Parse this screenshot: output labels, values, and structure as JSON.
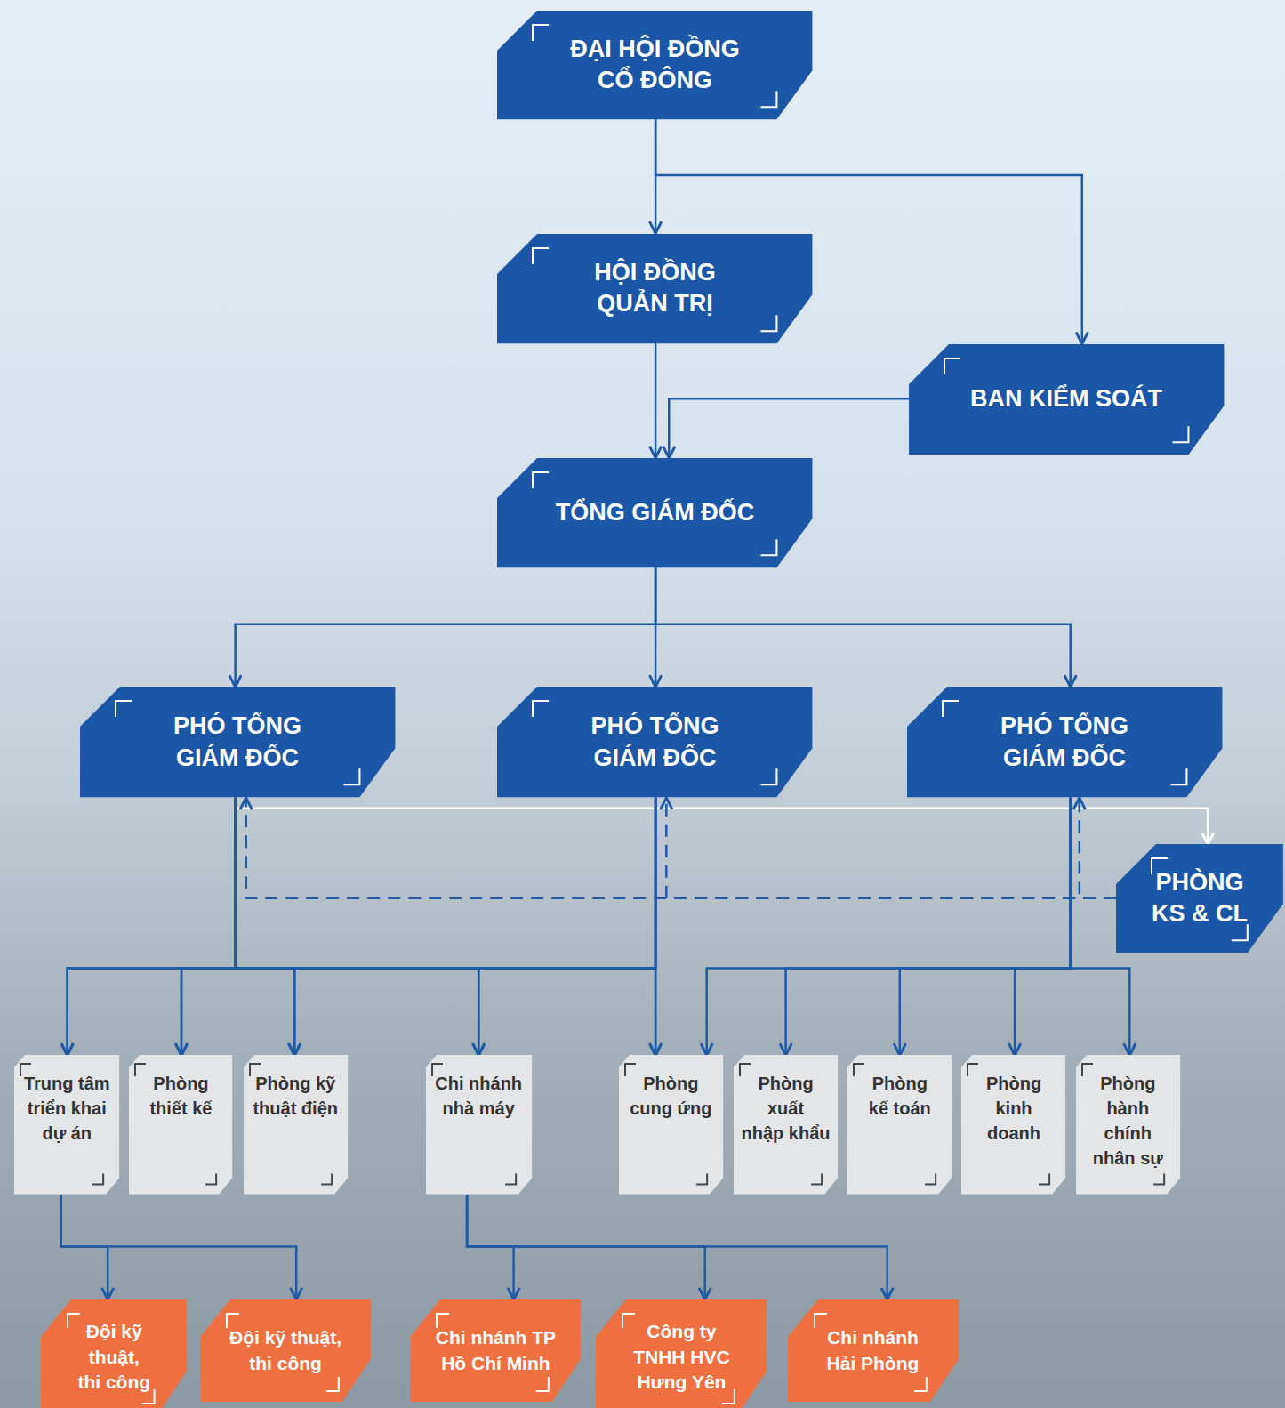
{
  "diagram": {
    "nodes": [
      {
        "text": [
          "ĐẠI HỘI ĐỒNG CỔ ĐÔNG"
        ]
      },
      {
        "text": [
          "HỘI ĐỒNG QUẢN TRỊ"
        ]
      },
      {
        "text": [
          "BAN KIỂM SOÁT"
        ]
      },
      {
        "text": [
          "TỔNG GIÁM ĐỐC"
        ]
      },
      {
        "text": [
          "PHÓ TỔNG GIÁM ĐỐC"
        ]
      },
      {
        "text": [
          "PHÓ TỔNG GIÁM ĐỐC"
        ]
      },
      {
        "text": [
          "PHÓ TỔNG GIÁM ĐỐC"
        ]
      },
      {
        "text": [
          "PHÒNG KS & CL"
        ]
      },
      {
        "text": [
          "Trung tâm triển khai dự án"
        ]
      },
      {
        "text": [
          "Phòng thiết kế"
        ]
      },
      {
        "text": [
          "Phòng kỹ thuật điện"
        ]
      },
      {
        "text": [
          "Chi nhánh nhà máy"
        ]
      },
      {
        "text": [
          "Phòng cung ứng"
        ]
      },
      {
        "text": [
          "Phòng xuất nhập khẩu"
        ]
      },
      {
        "text": [
          "Phòng kế toán"
        ]
      },
      {
        "text": [
          "Phòng kinh doanh"
        ]
      },
      {
        "text": [
          "Phòng hành chính nhân sự"
        ]
      },
      {
        "text": [
          "Đội kỹ thuật, thi công"
        ]
      },
      {
        "text": [
          "Đội kỹ thuật, thi công"
        ]
      },
      {
        "text": [
          "Chi nhánh TP Hồ Chí Minh"
        ]
      },
      {
        "text": [
          "Công ty TNHH HVC Hưng Yên"
        ]
      },
      {
        "text": [
          "Chi nhánh Hải Phòng"
        ]
      }
    ],
    "edges": [
      {
        "from": 0,
        "to": 1,
        "arrow": "to"
      },
      {
        "from": 0,
        "to": 2,
        "arrow": "to"
      },
      {
        "from": 1,
        "to": 3,
        "arrow": "to"
      },
      {
        "from": 2,
        "to": 3,
        "arrow": "to"
      },
      {
        "from": 3,
        "to": 4,
        "arrow": "to"
      },
      {
        "from": 3,
        "to": 5,
        "arrow": "to"
      },
      {
        "from": 3,
        "to": 6,
        "arrow": "to"
      },
      {
        "from": 4,
        "to": 7,
        "arrow": "to"
      },
      {
        "from": 7,
        "to": 6,
        "arrow": "to"
      },
      {
        "from": 7,
        "to": 5,
        "arrow": "to"
      },
      {
        "from": 7,
        "to": 4,
        "arrow": "to"
      },
      {
        "from": 4,
        "to": 8,
        "arrow": "to"
      },
      {
        "from": 4,
        "to": 9,
        "arrow": "to"
      },
      {
        "from": 4,
        "to": 10,
        "arrow": "to"
      },
      {
        "from": 4,
        "to": 11,
        "arrow": "to"
      },
      {
        "from": 4,
        "to": 12,
        "arrow": "to"
      },
      {
        "from": 5,
        "to": 8,
        "arrow": "to"
      },
      {
        "from": 5,
        "to": 9,
        "arrow": "to"
      },
      {
        "from": 5,
        "to": 10,
        "arrow": "to"
      },
      {
        "from": 5,
        "to": 11,
        "arrow": "to"
      },
      {
        "from": 5,
        "to": 12,
        "arrow": "to"
      },
      {
        "from": 6,
        "to": 12,
        "arrow": "to"
      },
      {
        "from": 6,
        "to": 13,
        "arrow": "to"
      },
      {
        "from": 6,
        "to": 14,
        "arrow": "to"
      },
      {
        "from": 6,
        "to": 15,
        "arrow": "to"
      },
      {
        "from": 6,
        "to": 16,
        "arrow": "to"
      },
      {
        "from": 8,
        "to": 17,
        "arrow": "to"
      },
      {
        "from": 8,
        "to": 18,
        "arrow": "to"
      },
      {
        "from": 11,
        "to": 19,
        "arrow": "to"
      },
      {
        "from": 11,
        "to": 20,
        "arrow": "to"
      },
      {
        "from": 11,
        "to": 21,
        "arrow": "to"
      }
    ]
  }
}
